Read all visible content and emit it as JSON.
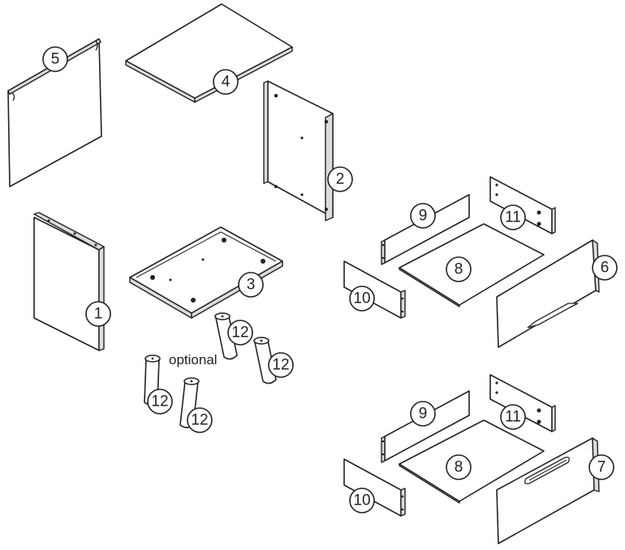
{
  "callouts": {
    "p1": "1",
    "p2": "2",
    "p3": "3",
    "p4": "4",
    "p5": "5",
    "p6": "6",
    "p7": "7",
    "p8a": "8",
    "p8b": "8",
    "p9a": "9",
    "p9b": "9",
    "p10a": "10",
    "p10b": "10",
    "p11a": "11",
    "p11b": "11",
    "p12a": "12",
    "p12b": "12",
    "p12c": "12",
    "p12d": "12"
  },
  "notes": {
    "optional": "optional"
  }
}
